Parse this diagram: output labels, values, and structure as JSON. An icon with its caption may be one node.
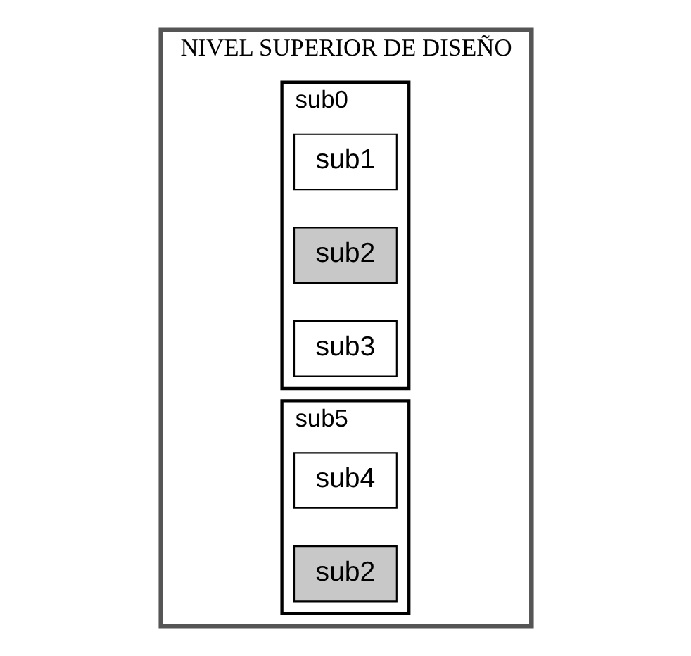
{
  "diagram": {
    "nodes": [
      {
        "text": [
          "NIVEL SUPERIOR DE DISEÑO"
        ]
      },
      {
        "text": [
          "sub0"
        ],
        "in": 0
      },
      {
        "text": [
          "sub1"
        ],
        "in": 1
      },
      {
        "text": [
          "sub2"
        ],
        "in": 1
      },
      {
        "text": [
          "sub3"
        ],
        "in": 1
      },
      {
        "text": [
          "sub5"
        ],
        "in": 0
      },
      {
        "text": [
          "sub4"
        ],
        "in": 5
      },
      {
        "text": [
          "sub2"
        ],
        "in": 5
      }
    ]
  }
}
